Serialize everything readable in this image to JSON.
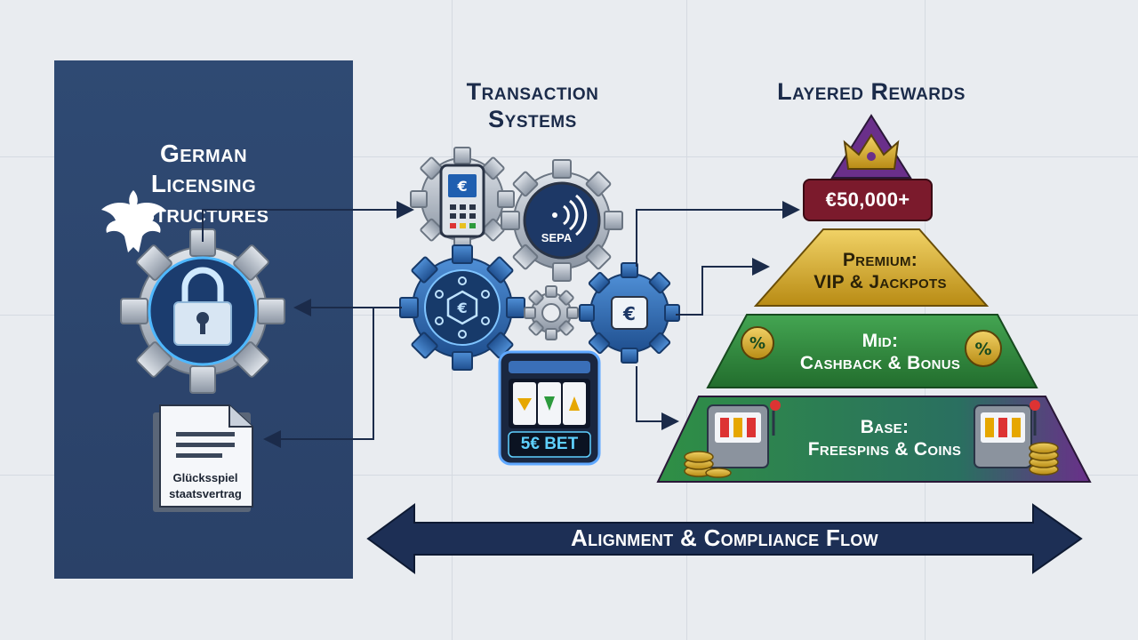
{
  "colors": {
    "background": "#e9ecf0",
    "panel": "#2f4a73",
    "connector": "#1b2b4a",
    "tier_top": "#7b1a2c",
    "tier_premium": "#d4a82a",
    "tier_mid": "#2f8a3a",
    "tier_base": "#2e7d46",
    "tier_base_edge": "#6a2f8a",
    "accent_blue": "#5fd0ff"
  },
  "left_panel": {
    "title_lines": [
      "German",
      "Licensing",
      "Structures"
    ],
    "document": {
      "line1": "Glücksspiel",
      "line2": "staatsvertrag"
    },
    "icons": [
      "eagle-emblem-icon",
      "padlock-gear-icon",
      "document-icon"
    ]
  },
  "transaction": {
    "title_lines": [
      "Transaction",
      "Systems"
    ],
    "sepa_label": "SEPA",
    "bet_label": "5€ BET",
    "icons": [
      "card-terminal-gear-icon",
      "sepa-contactless-gear-icon",
      "blockchain-gear-icon",
      "small-gear-icon",
      "euro-gear-icon",
      "slot-machine-icon"
    ]
  },
  "rewards": {
    "title": "Layered Rewards",
    "top": "€50,000+",
    "premium": [
      "Premium:",
      "VIP & Jackpots"
    ],
    "mid": [
      "Mid:",
      "Cashback & Bonus"
    ],
    "base": [
      "Base:",
      "Freespins & Coins"
    ],
    "icons": [
      "crown-icon",
      "percent-badge-icon",
      "slot-machine-icon",
      "coin-stack-icon"
    ]
  },
  "flow": {
    "label": "Alignment & Compliance Flow"
  }
}
